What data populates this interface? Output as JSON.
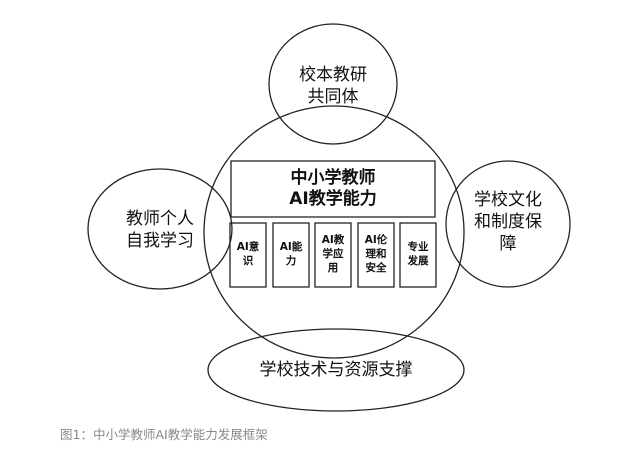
{
  "diagram": {
    "top_circle": "校本教研\n共同体",
    "left_circle": "教师个人\n自我学习",
    "right_circle": "学校文化\n和制度保\n障",
    "bottom_ellipse": "学校技术与资源支撑",
    "core": "中小学教师\nAI教学能力",
    "boxes": [
      "AI意\n识",
      "AI能\n力",
      "AI教\n学应\n用",
      "AI伦\n理和\n安全",
      "专业\n发展"
    ]
  },
  "caption": "图1：中小学教师AI教学能力发展框架"
}
